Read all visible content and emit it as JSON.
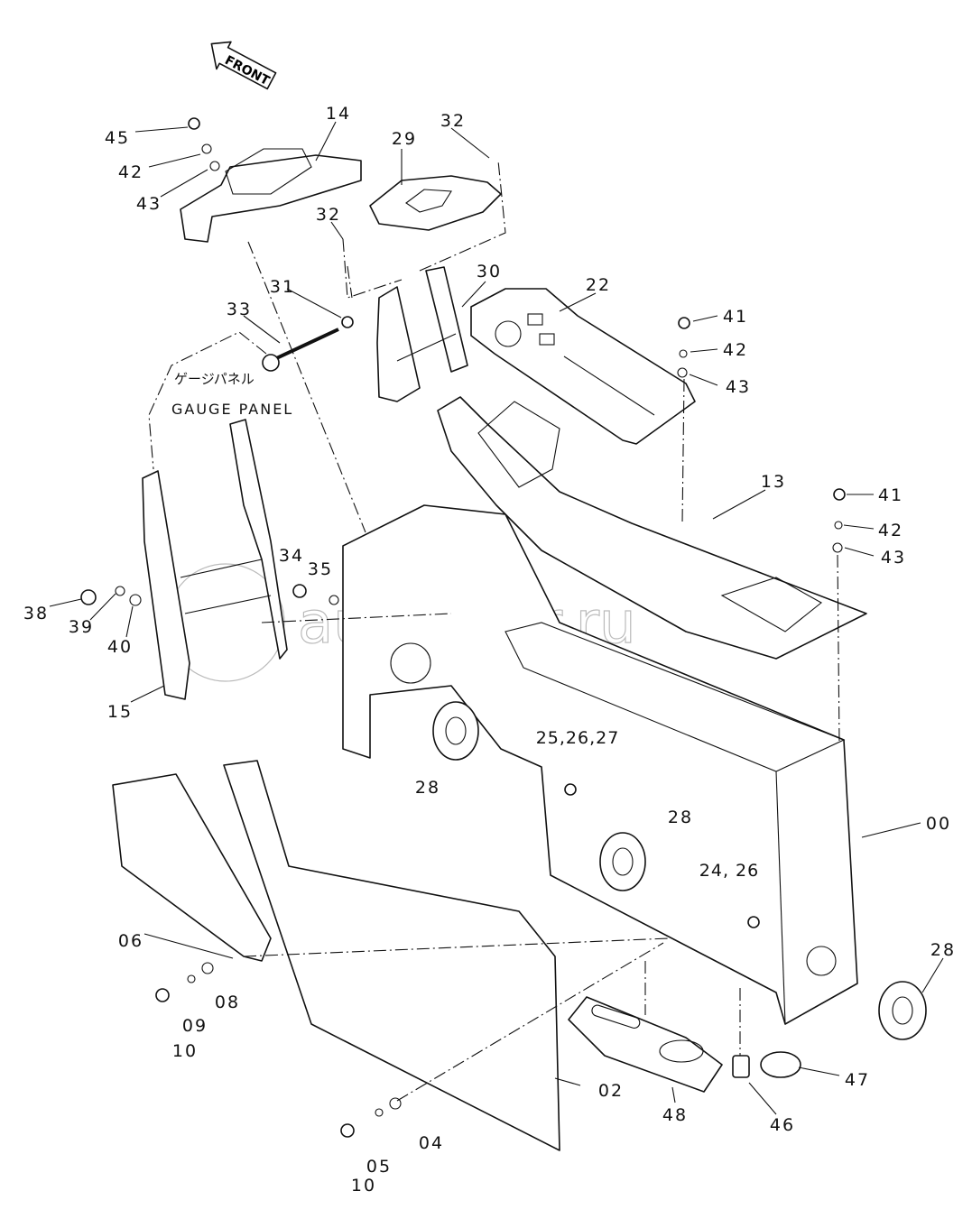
{
  "diagram": {
    "front_arrow": "FRONT",
    "gauge_panel_jp": "ゲージパネル",
    "gauge_panel_en": "GAUGE PANEL",
    "watermark": "autopiter.ru",
    "labels": [
      "45",
      "42",
      "43",
      "14",
      "29",
      "32",
      "32",
      "31",
      "33",
      "30",
      "22",
      "41",
      "42",
      "43",
      "13",
      "41",
      "42",
      "43",
      "38",
      "39",
      "40",
      "34",
      "35",
      "15",
      "25,26,27",
      "28",
      "28",
      "00",
      "24, 26",
      "28",
      "06",
      "08",
      "09",
      "10",
      "02",
      "04",
      "05",
      "10",
      "48",
      "46",
      "47"
    ]
  }
}
